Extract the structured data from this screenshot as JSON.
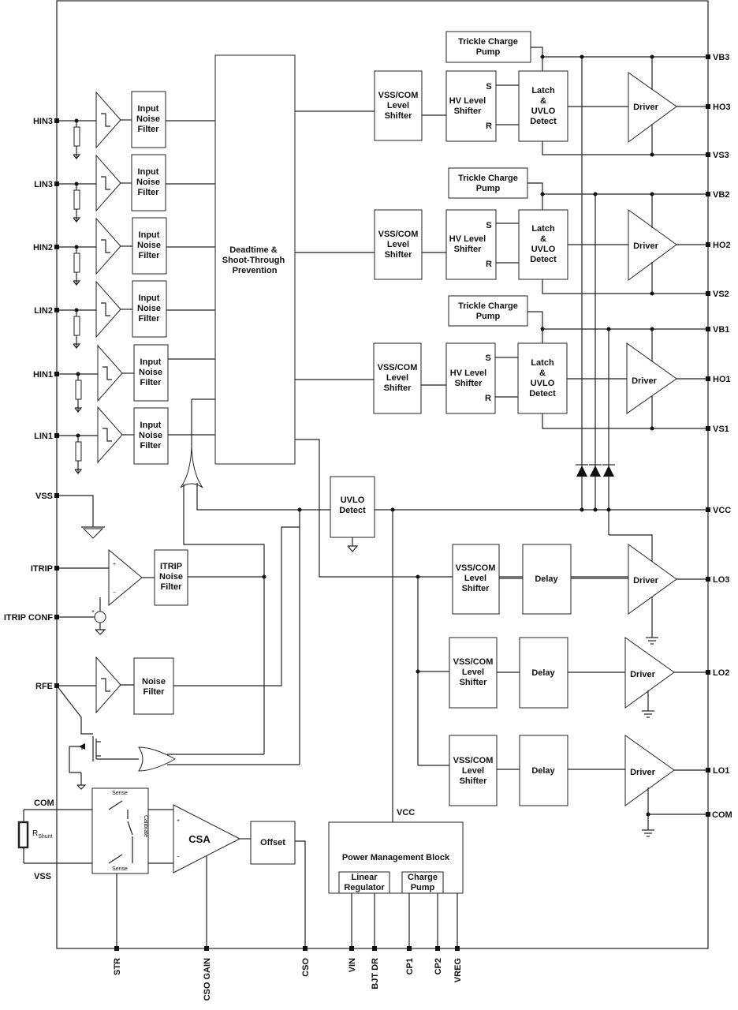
{
  "pins_left": {
    "hin3": "HIN3",
    "lin3": "LIN3",
    "hin2": "HIN2",
    "lin2": "LIN2",
    "hin1": "HIN1",
    "lin1": "LIN1",
    "vss": "VSS",
    "itrip": "ITRIP",
    "itrip_conf": "ITRIP CONF",
    "rfe": "RFE",
    "com": "COM",
    "vss_bottom": "VSS"
  },
  "pins_right": {
    "vb3": "VB3",
    "ho3": "HO3",
    "vs3": "VS3",
    "vb2": "VB2",
    "ho2": "HO2",
    "vs2": "VS2",
    "vb1": "VB1",
    "ho1": "HO1",
    "vs1": "VS1",
    "vcc": "VCC",
    "lo3": "LO3",
    "lo2": "LO2",
    "lo1": "LO1",
    "com": "COM"
  },
  "pins_bottom": {
    "str": "STR",
    "cso_gain": "CSO GAIN",
    "cso": "CSO",
    "vin": "VIN",
    "bjt_dr": "BJT DR",
    "cp1": "CP1",
    "cp2": "CP2",
    "vreg": "VREG"
  },
  "blocks": {
    "input_noise_filter": [
      "Input",
      "Noise",
      "Filter"
    ],
    "deadtime": [
      "Deadtime &",
      "Shoot-Through",
      "Prevention"
    ],
    "level_shifter": [
      "VSS/COM",
      "Level",
      "Shifter"
    ],
    "hv_level_shifter": [
      "HV Level",
      "Shifter"
    ],
    "latch": [
      "Latch",
      "&",
      "UVLO",
      "Detect"
    ],
    "trickle": [
      "Trickle Charge",
      "Pump"
    ],
    "driver": "Driver",
    "uvlo": [
      "UVLO",
      "Detect"
    ],
    "delay": "Delay",
    "itrip_filter": [
      "ITRIP",
      "Noise",
      "Filter"
    ],
    "noise_filter": [
      "Noise",
      "Filter"
    ],
    "csa": "CSA",
    "offset": "Offset",
    "power_mgmt": "Power Management Block",
    "linear_regulator": [
      "Linear",
      "Regulator"
    ],
    "charge_pump": [
      "Charge",
      "Pump"
    ],
    "sense": "Sense",
    "calibrate": "Calibrate",
    "s_label": "S",
    "r_label": "R",
    "vcc_label": "VCC",
    "rshunt_main": "R",
    "rshunt_sub": "Shunt",
    "plus": "+",
    "minus": "−"
  }
}
